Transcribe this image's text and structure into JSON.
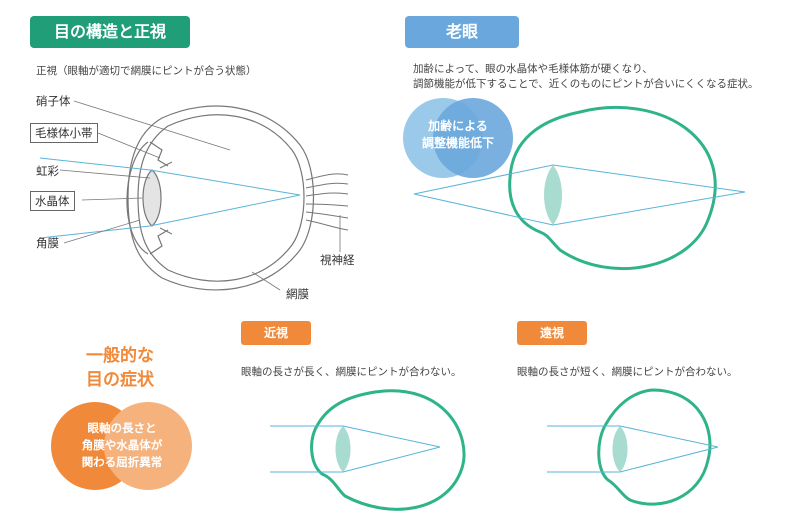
{
  "normal_section": {
    "title": "目の構造と正視",
    "description": "正視（眼軸が適切で網膜にピントが合う状態）",
    "labels": {
      "vitreous": "硝子体",
      "ciliary_zonule": "毛様体小帯",
      "iris": "虹彩",
      "lens": "水晶体",
      "cornea": "角膜",
      "optic_nerve": "視神経",
      "retina": "網膜"
    }
  },
  "presbyopia_section": {
    "title": "老眼",
    "description_line1": "加齢によって、眼の水晶体や毛様体筋が硬くなり、",
    "description_line2": "調節機能が低下することで、近くのものにピントが合いにくくなる症状。",
    "bubble_line1": "加齢による",
    "bubble_line2": "調整機能低下"
  },
  "common_section": {
    "heading_line1": "一般的な",
    "heading_line2": "目の症状",
    "bubble_line1": "眼軸の長さと",
    "bubble_line2": "角膜や水晶体が",
    "bubble_line3": "関わる屈折異常"
  },
  "myopia": {
    "title": "近視",
    "description": "眼軸の長さが長く、網膜にピントが合わない。"
  },
  "hyperopia": {
    "title": "遠視",
    "description": "眼軸の長さが短く、網膜にピントが合わない。"
  },
  "colors": {
    "green": "#1f9e77",
    "blue": "#6aa7dc",
    "orange": "#f08a3a",
    "light_orange": "#f6b27d",
    "light_blue": "#8fc3e8",
    "eye_outline": "#2fb38a",
    "lens_fill": "#a8dcd0",
    "ray": "#5ab4d8"
  }
}
